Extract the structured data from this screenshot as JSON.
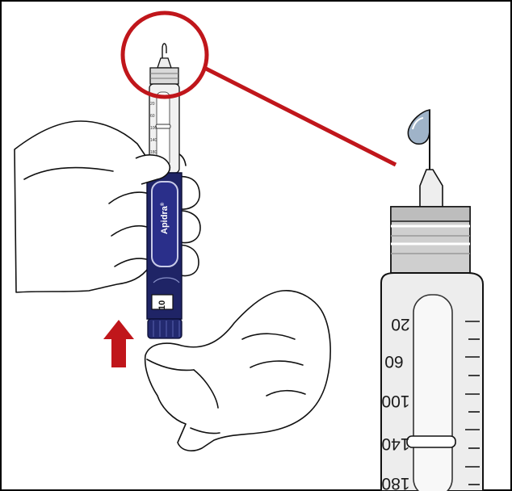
{
  "illustration": {
    "brand_label": "Apidra",
    "brand_mark": "®",
    "dose_window": "10",
    "pen_scale_marks": [
      "20",
      "60",
      "100",
      "140",
      "180"
    ],
    "zoom_scale_marks": [
      "20",
      "60",
      "100",
      "140",
      "180"
    ],
    "colors": {
      "pen_body": "#1f2466",
      "label_panel": "#2a2f8a",
      "arrow": "#c0161b",
      "callout": "#c0161b",
      "insulin_drop": "#9fb3c8"
    },
    "icons": [
      "upward-arrow-icon",
      "magnifier-circle-icon",
      "insulin-drop-icon"
    ]
  }
}
